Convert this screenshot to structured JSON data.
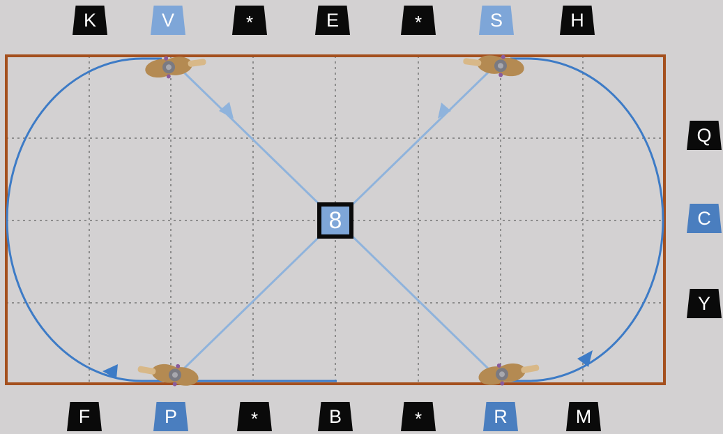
{
  "markers": {
    "top": [
      {
        "id": "K",
        "label": "K",
        "color": "black"
      },
      {
        "id": "V",
        "label": "V",
        "color": "lightblue"
      },
      {
        "id": "star1",
        "label": "*",
        "color": "black"
      },
      {
        "id": "E",
        "label": "E",
        "color": "black"
      },
      {
        "id": "star2",
        "label": "*",
        "color": "black"
      },
      {
        "id": "S",
        "label": "S",
        "color": "lightblue"
      },
      {
        "id": "H",
        "label": "H",
        "color": "black"
      }
    ],
    "right": [
      {
        "id": "Q",
        "label": "Q",
        "color": "black"
      },
      {
        "id": "C",
        "label": "C",
        "color": "blue"
      },
      {
        "id": "Y",
        "label": "Y",
        "color": "black"
      }
    ],
    "bottom": [
      {
        "id": "F",
        "label": "F",
        "color": "black"
      },
      {
        "id": "P",
        "label": "P",
        "color": "blue"
      },
      {
        "id": "star3",
        "label": "*",
        "color": "black"
      },
      {
        "id": "B",
        "label": "B",
        "color": "black"
      },
      {
        "id": "star4",
        "label": "*",
        "color": "black"
      },
      {
        "id": "R",
        "label": "R",
        "color": "blue"
      },
      {
        "id": "M",
        "label": "M",
        "color": "black"
      }
    ],
    "center": {
      "label": "8"
    }
  },
  "colors": {
    "background": "#d3d1d2",
    "arena_border": "#a4501e",
    "grid": "#8c8c8c",
    "path_dark": "#3d7bc6",
    "path_light": "#8fb3dc",
    "marker_black": "#0a0a0a",
    "marker_blue": "#4a7ebf",
    "marker_lightblue": "#7ea6d8",
    "horse": "#b48a52"
  },
  "icons": [
    "horse-icon",
    "direction-arrow-icon"
  ]
}
